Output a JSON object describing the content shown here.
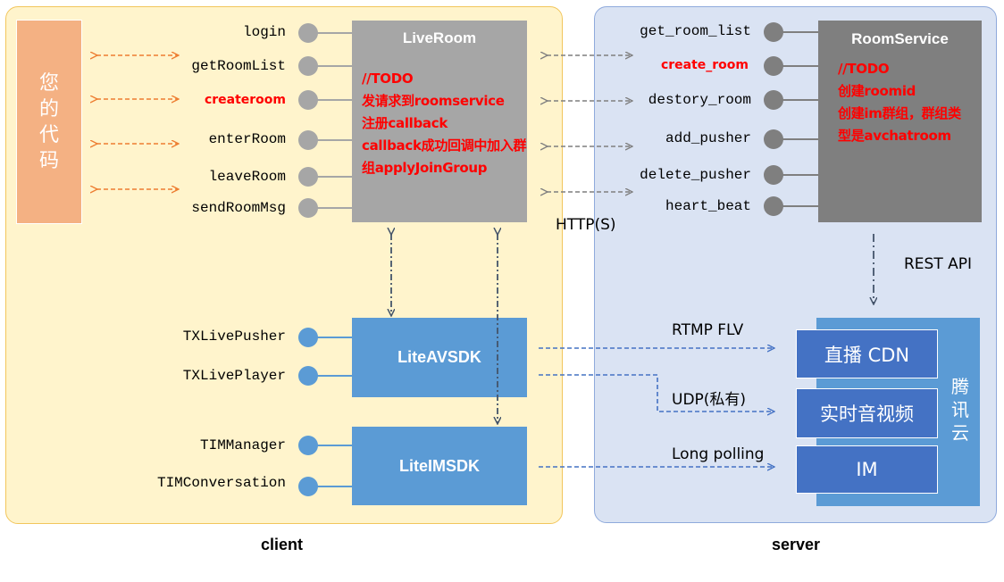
{
  "your_code": "您的代码",
  "client": {
    "label": "client",
    "liveroom": {
      "title": "LiveRoom",
      "todo": [
        "//TODO",
        "发请求到roomservice",
        "注册callback",
        "callback成功回调中加入群",
        "组applyJoinGroup"
      ],
      "apis": [
        {
          "name": "login",
          "highlight": false
        },
        {
          "name": "getRoomList",
          "highlight": false
        },
        {
          "name": "createroom",
          "highlight": true
        },
        {
          "name": "enterRoom",
          "highlight": false
        },
        {
          "name": "leaveRoom",
          "highlight": false
        },
        {
          "name": "sendRoomMsg",
          "highlight": false
        }
      ]
    },
    "liteavsdk": {
      "title": "LiteAVSDK",
      "apis": [
        "TXLivePusher",
        "TXLivePlayer"
      ]
    },
    "liteimsdk": {
      "title": "LiteIMSDK",
      "apis": [
        "TIMManager",
        "TIMConversation"
      ]
    }
  },
  "server": {
    "label": "server",
    "roomservice": {
      "title": "RoomService",
      "todo": [
        "//TODO",
        "创建roomid",
        "创建im群组，群组类",
        "型是avchatroom"
      ],
      "apis": [
        {
          "name": "get_room_list",
          "highlight": false
        },
        {
          "name": "create_room",
          "highlight": true
        },
        {
          "name": "destory_room",
          "highlight": false
        },
        {
          "name": "add_pusher",
          "highlight": false
        },
        {
          "name": "delete_pusher",
          "highlight": false
        },
        {
          "name": "heart_beat",
          "highlight": false
        }
      ]
    },
    "tencent_cloud": {
      "label": "腾讯云",
      "services": [
        "直播 CDN",
        "实时音视频",
        "IM"
      ]
    }
  },
  "connections": {
    "http": "HTTP(S)",
    "rest": "REST API",
    "rtmp": "RTMP FLV",
    "udp": "UDP(私有)",
    "long_polling": "Long polling"
  },
  "colors": {
    "client_bg": "#fff4cc",
    "client_border": "#f2c65c",
    "server_bg": "#dae3f3",
    "server_border": "#8faadc",
    "orange": "#f4b183",
    "orange_arrow": "#ed7d31",
    "grey_box": "#a6a6a6",
    "dark_grey_box": "#7f7f7f",
    "blue": "#5b9bd5",
    "dark_blue": "#4472c4",
    "red": "#ff0000"
  }
}
